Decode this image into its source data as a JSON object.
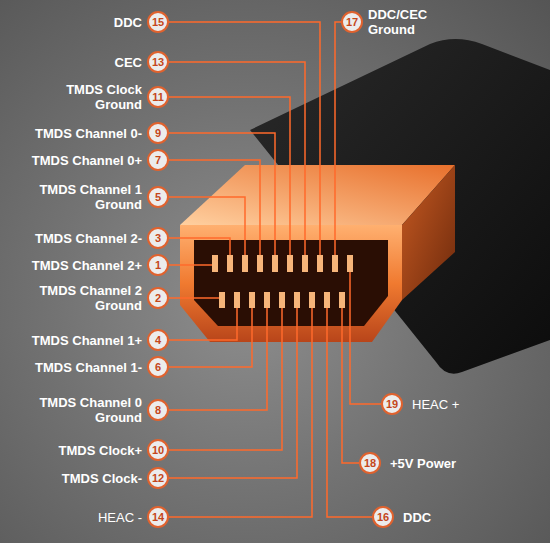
{
  "diagram": {
    "labels": [
      "DDC",
      "15",
      "DDC/CEC Ground",
      "17",
      "CEC",
      "13",
      "TMDS Clock Ground",
      "11",
      "TMDS Channel 0-",
      "9",
      "TMDS Channel 0+",
      "7",
      "TMDS Channel 1 Ground",
      "5",
      "TMDS Channel 2-",
      "3",
      "TMDS Channel 2+",
      "1",
      "TMDS Channel 2 Ground",
      "2",
      "TMDS Channel 1+",
      "4",
      "TMDS Channel 1-",
      "6",
      "TMDS Channel 0 Ground",
      "8",
      "19",
      "HEAC +",
      "TMDS Clock+",
      "10",
      "18",
      "+5V Power",
      "TMDS Clock-",
      "12",
      "HEAC -",
      "14",
      "16",
      "DDC"
    ]
  }
}
